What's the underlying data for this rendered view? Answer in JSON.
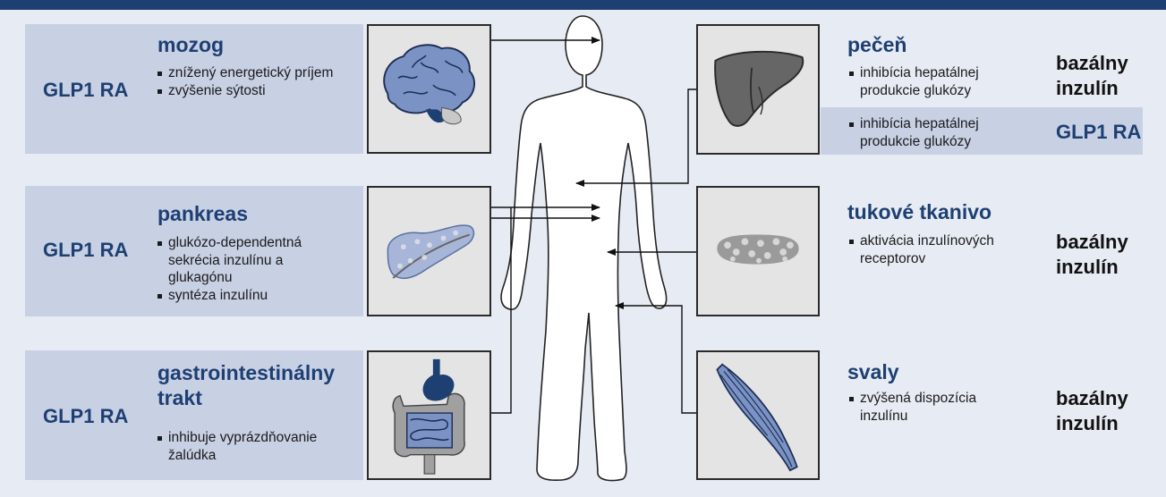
{
  "left": [
    {
      "label": "GLP1 RA",
      "title": "mozog",
      "bullets": [
        "znížený energetický príjem",
        "zvýšenie sýtosti"
      ],
      "image_icon": "brain-icon"
    },
    {
      "label": "GLP1 RA",
      "title": "pankreas",
      "bullets": [
        "glukózo-dependentná sekrécia inzulínu a glukagónu",
        "syntéza inzulínu"
      ],
      "image_icon": "pancreas-icon"
    },
    {
      "label": "GLP1 RA",
      "title": "gastrointestinálny trakt",
      "bullets": [
        "inhibuje vyprázdňovanie žalúdka"
      ],
      "image_icon": "gi-tract-icon"
    }
  ],
  "right": [
    {
      "title": "pečeň",
      "bullets": [
        "inhibícia hepatálnej produkcie glukózy"
      ],
      "drug": "bazálny inzulín",
      "extra_bullets": [
        "inhibícia hepatálnej produkcie glukózy"
      ],
      "extra_drug": "GLP1 RA",
      "image_icon": "liver-icon"
    },
    {
      "title": "tukové tkanivo",
      "bullets": [
        "aktivácia inzulínových receptorov"
      ],
      "drug": "bazálny inzulín",
      "image_icon": "adipose-tissue-icon"
    },
    {
      "title": "svaly",
      "bullets": [
        "zvýšená dispozícia inzulínu"
      ],
      "drug": "bazálny inzulín",
      "image_icon": "muscle-icon"
    }
  ],
  "center_icon": "human-body-icon",
  "colors": {
    "accent": "#1d3f72",
    "band": "#c8d0e4",
    "background": "#e7ebf3",
    "organ_fill": "#7b93c4"
  }
}
